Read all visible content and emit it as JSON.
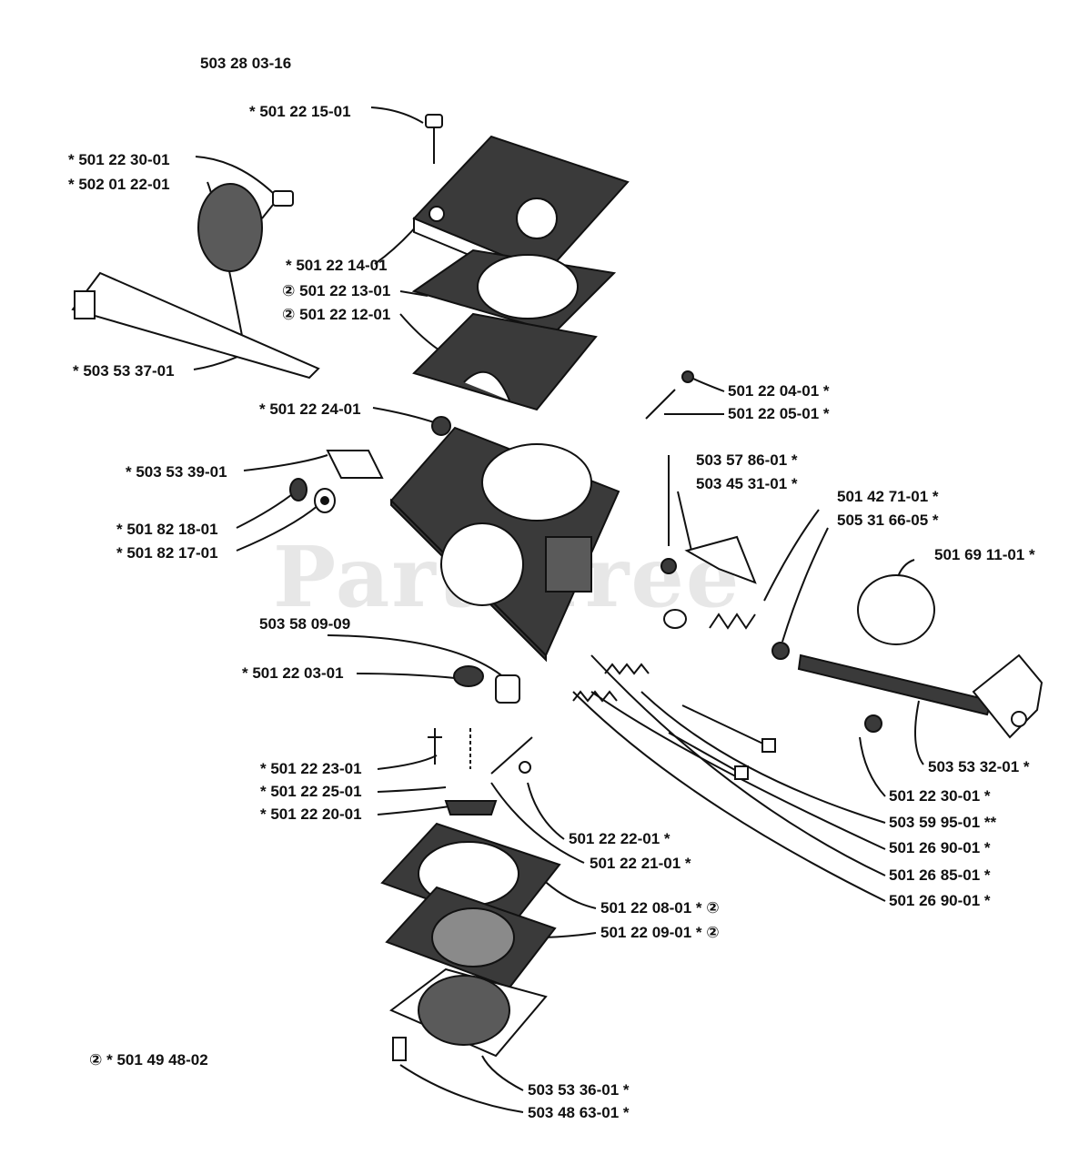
{
  "diagram": {
    "title": "503 28 03-16",
    "watermark": "PartsTree",
    "footnote": "② * 501 49 48-02",
    "colors": {
      "ink": "#111111",
      "part_fill": "#3a3a3a",
      "watermark": "#d8d8d8"
    }
  },
  "labels": [
    "* 501 22 15-01",
    "* 501 22 30-01",
    "* 502 01 22-01",
    "* 501 22 14-01",
    "② 501 22 13-01",
    "② 501 22 12-01",
    "* 503 53 37-01",
    "* 501 22 24-01",
    "501 22 04-01 *",
    "501 22 05-01 *",
    "* 503 53 39-01",
    "503 57 86-01 *",
    "503 45 31-01 *",
    "501 42 71-01 *",
    "505 31 66-05 *",
    "* 501 82 18-01",
    "* 501 82 17-01",
    "501 69 11-01 *",
    "503 58 09-09",
    "* 501 22 03-01",
    "* 501 22 23-01",
    "* 501 22 25-01",
    "* 501 22 20-01",
    "503 53 32-01 *",
    "501 22 30-01 *",
    "503 59 95-01 **",
    "501 22 22-01 *",
    "501 22 21-01 *",
    "501 26 90-01 *",
    "501 26 85-01 *",
    "501 26 90-01 *",
    "501 22 08-01 * ②",
    "501 22 09-01 * ②",
    "503 53 36-01 *",
    "503 48 63-01 *"
  ]
}
